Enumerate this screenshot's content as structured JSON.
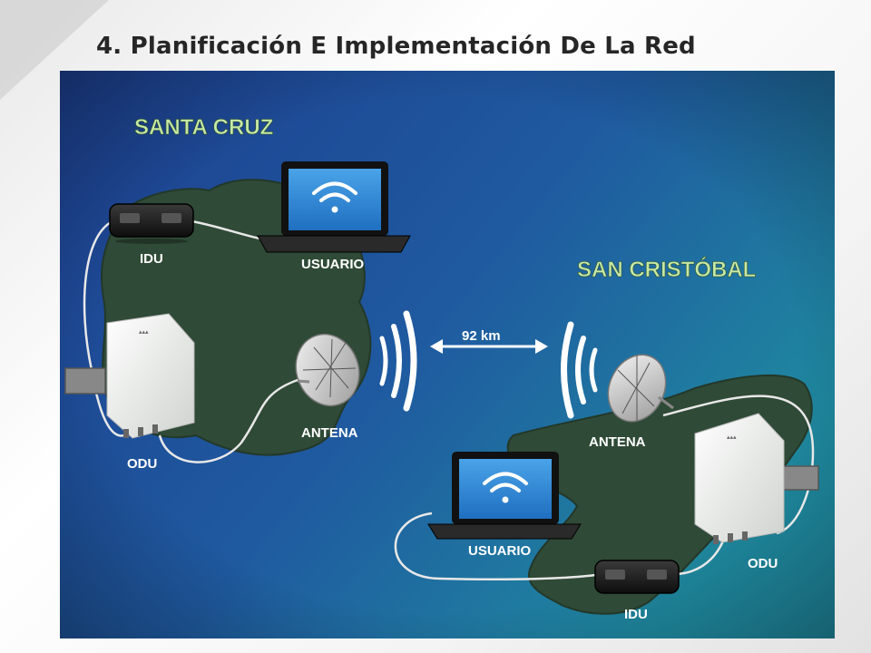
{
  "slide": {
    "title": "4. Planificación E Implementación De La Red"
  },
  "diagram": {
    "sites": [
      {
        "name": "SANTA CRUZ",
        "labels": {
          "idu": "IDU",
          "usuario": "USUARIO",
          "odu": "ODU",
          "antena": "ANTENA"
        }
      },
      {
        "name": "SAN CRISTÓBAL",
        "labels": {
          "idu": "IDU",
          "usuario": "USUARIO",
          "odu": "ODU",
          "antena": "ANTENA"
        }
      }
    ],
    "link": {
      "distance": "92 km"
    }
  },
  "colors": {
    "background_dark": "#1d3f8f",
    "background_teal": "#1f8aa0",
    "island": "#2f4a36",
    "site_label": "#c5e8a8",
    "screen_blue": "#2f86d6"
  },
  "icons": [
    "wifi-icon",
    "laptop-icon",
    "dish-antenna-icon",
    "odu-radio-icon",
    "idu-box-icon",
    "radio-waves-icon",
    "double-arrow-icon"
  ]
}
